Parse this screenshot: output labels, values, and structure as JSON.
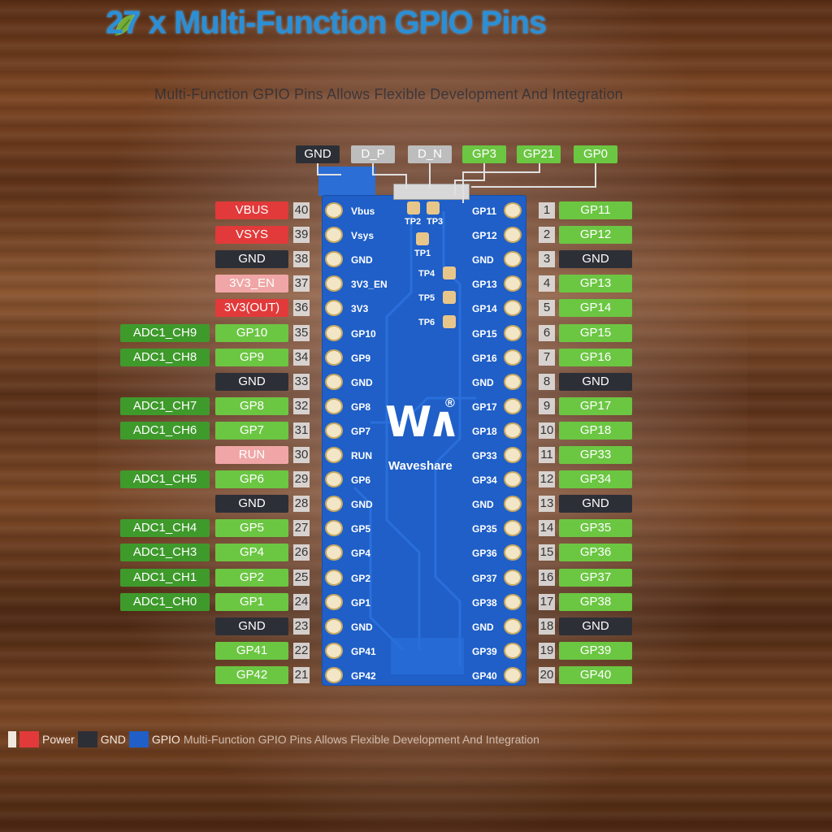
{
  "title": "27 x Multi-Function GPIO Pins",
  "subtitle": "Multi-Function GPIO Pins Allows Flexible Development And Integration",
  "top_pins": [
    "GND",
    "D_P",
    "D_N",
    "GP3",
    "GP21",
    "GP0"
  ],
  "left_pins": [
    {
      "num": "40",
      "label": "VBUS",
      "func": "",
      "silk": "Vbus"
    },
    {
      "num": "39",
      "label": "VSYS",
      "func": "",
      "silk": "Vsys"
    },
    {
      "num": "38",
      "label": "GND",
      "func": "",
      "silk": "GND"
    },
    {
      "num": "37",
      "label": "3V3_EN",
      "func": "",
      "silk": "3V3_EN"
    },
    {
      "num": "36",
      "label": "3V3(OUT)",
      "func": "",
      "silk": "3V3"
    },
    {
      "num": "35",
      "label": "GP10",
      "func": "ADC1_CH9",
      "silk": "GP10"
    },
    {
      "num": "34",
      "label": "GP9",
      "func": "ADC1_CH8",
      "silk": "GP9"
    },
    {
      "num": "33",
      "label": "GND",
      "func": "",
      "silk": "GND"
    },
    {
      "num": "32",
      "label": "GP8",
      "func": "ADC1_CH7",
      "silk": "GP8"
    },
    {
      "num": "31",
      "label": "GP7",
      "func": "ADC1_CH6",
      "silk": "GP7"
    },
    {
      "num": "30",
      "label": "RUN",
      "func": "",
      "silk": "RUN"
    },
    {
      "num": "29",
      "label": "GP6",
      "func": "ADC1_CH5",
      "silk": "GP6"
    },
    {
      "num": "28",
      "label": "GND",
      "func": "",
      "silk": "GND"
    },
    {
      "num": "27",
      "label": "GP5",
      "func": "ADC1_CH4",
      "silk": "GP5"
    },
    {
      "num": "26",
      "label": "GP4",
      "func": "ADC1_CH3",
      "silk": "GP4"
    },
    {
      "num": "25",
      "label": "GP2",
      "func": "ADC1_CH1",
      "silk": "GP2"
    },
    {
      "num": "24",
      "label": "GP1",
      "func": "ADC1_CH0",
      "silk": "GP1"
    },
    {
      "num": "23",
      "label": "GND",
      "func": "",
      "silk": "GND"
    },
    {
      "num": "22",
      "label": "GP41",
      "func": "",
      "silk": "GP41"
    },
    {
      "num": "21",
      "label": "GP42",
      "func": "",
      "silk": "GP42"
    }
  ],
  "right_pins": [
    {
      "num": "1",
      "label": "GP11",
      "silk": "GP11"
    },
    {
      "num": "2",
      "label": "GP12",
      "silk": "GP12"
    },
    {
      "num": "3",
      "label": "GND",
      "silk": "GND"
    },
    {
      "num": "4",
      "label": "GP13",
      "silk": "GP13"
    },
    {
      "num": "5",
      "label": "GP14",
      "silk": "GP14"
    },
    {
      "num": "6",
      "label": "GP15",
      "silk": "GP15"
    },
    {
      "num": "7",
      "label": "GP16",
      "silk": "GP16"
    },
    {
      "num": "8",
      "label": "GND",
      "silk": "GND"
    },
    {
      "num": "9",
      "label": "GP17",
      "silk": "GP17"
    },
    {
      "num": "10",
      "label": "GP18",
      "silk": "GP18"
    },
    {
      "num": "11",
      "label": "GP33",
      "silk": "GP33"
    },
    {
      "num": "12",
      "label": "GP34",
      "silk": "GP34"
    },
    {
      "num": "13",
      "label": "GND",
      "silk": "GND"
    },
    {
      "num": "14",
      "label": "GP35",
      "silk": "GP35"
    },
    {
      "num": "15",
      "label": "GP36",
      "silk": "GP36"
    },
    {
      "num": "16",
      "label": "GP37",
      "silk": "GP37"
    },
    {
      "num": "17",
      "label": "GP38",
      "silk": "GP38"
    },
    {
      "num": "18",
      "label": "GND",
      "silk": "GND"
    },
    {
      "num": "19",
      "label": "GP39",
      "silk": "GP39"
    },
    {
      "num": "20",
      "label": "GP40",
      "silk": "GP40"
    }
  ],
  "test_points": [
    "TP2",
    "TP3",
    "TP1",
    "TP4",
    "TP5",
    "TP6"
  ],
  "brand": {
    "mark": "W∧",
    "name": "Waveshare",
    "registered": "®"
  },
  "legend": {
    "items": [
      "Power",
      "GND",
      "GPIO"
    ],
    "text": "Multi-Function GPIO Pins Allows Flexible Development And Integration"
  },
  "colors": {
    "gpio": "#6bc642",
    "adc": "#3f9a2c",
    "gnd": "#2d2f37",
    "power": "#e23a3a",
    "control": "#f0a6a6",
    "usb": "#bdbdbd",
    "board": "#1f5fc7"
  }
}
